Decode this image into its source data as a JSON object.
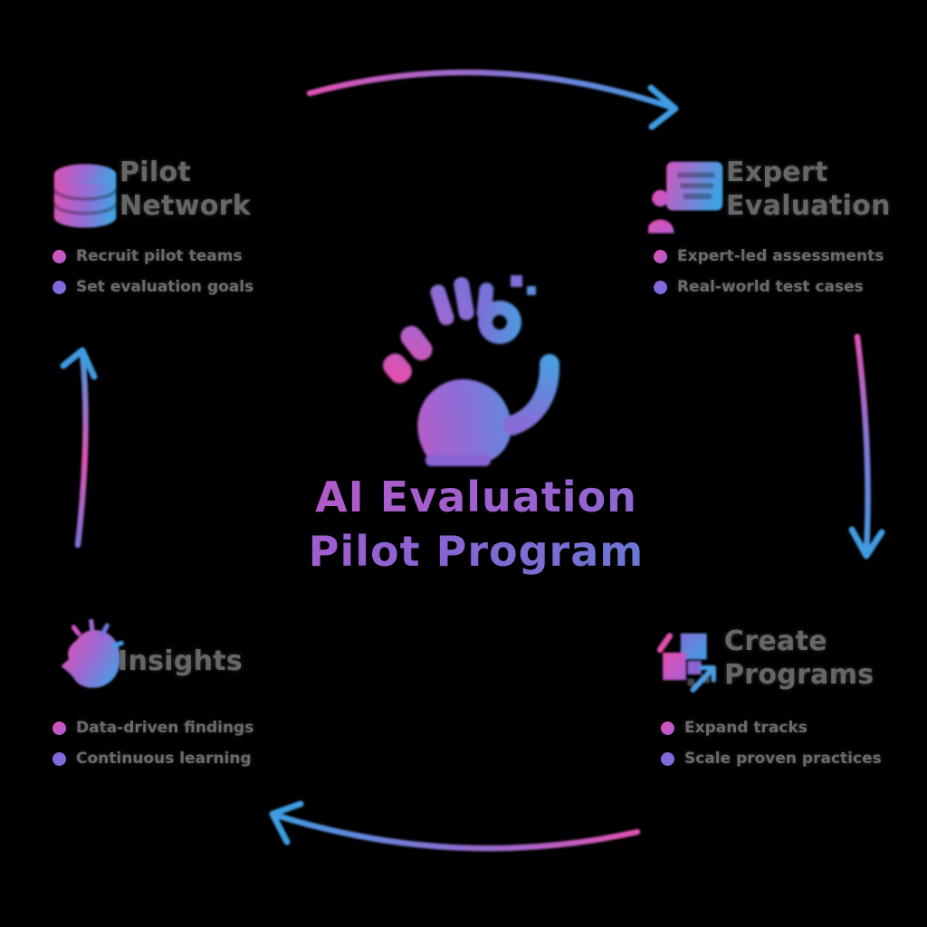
{
  "center": {
    "title_line1": "AI Evaluation",
    "title_line2": "Pilot Program",
    "logo": "hands-exchange-logo"
  },
  "nodes": {
    "top_left": {
      "icon": "database-icon",
      "title_line1": "Pilot",
      "title_line2": "Network",
      "bullets": [
        "Recruit pilot teams",
        "Set evaluation goals"
      ]
    },
    "top_right": {
      "icon": "trainer-screen-icon",
      "title_line1": "Expert",
      "title_line2": "Evaluation",
      "bullets": [
        "Expert-led assessments",
        "Real-world test cases"
      ]
    },
    "bottom_right": {
      "icon": "pixel-growth-icon",
      "title_line1": "Create",
      "title_line2": "Programs",
      "bullets": [
        "Expand tracks",
        "Scale proven practices"
      ]
    },
    "bottom_left": {
      "icon": "idea-head-icon",
      "title_line1": "Insights",
      "bullets": [
        "Data-driven findings",
        "Continuous learning"
      ]
    }
  },
  "colors": {
    "pink": "#e052b2",
    "purple": "#8a70d4",
    "blue": "#3f9ce0",
    "heading_gray": "#666666",
    "body_gray": "#6a6a6a",
    "background": "#000000"
  }
}
